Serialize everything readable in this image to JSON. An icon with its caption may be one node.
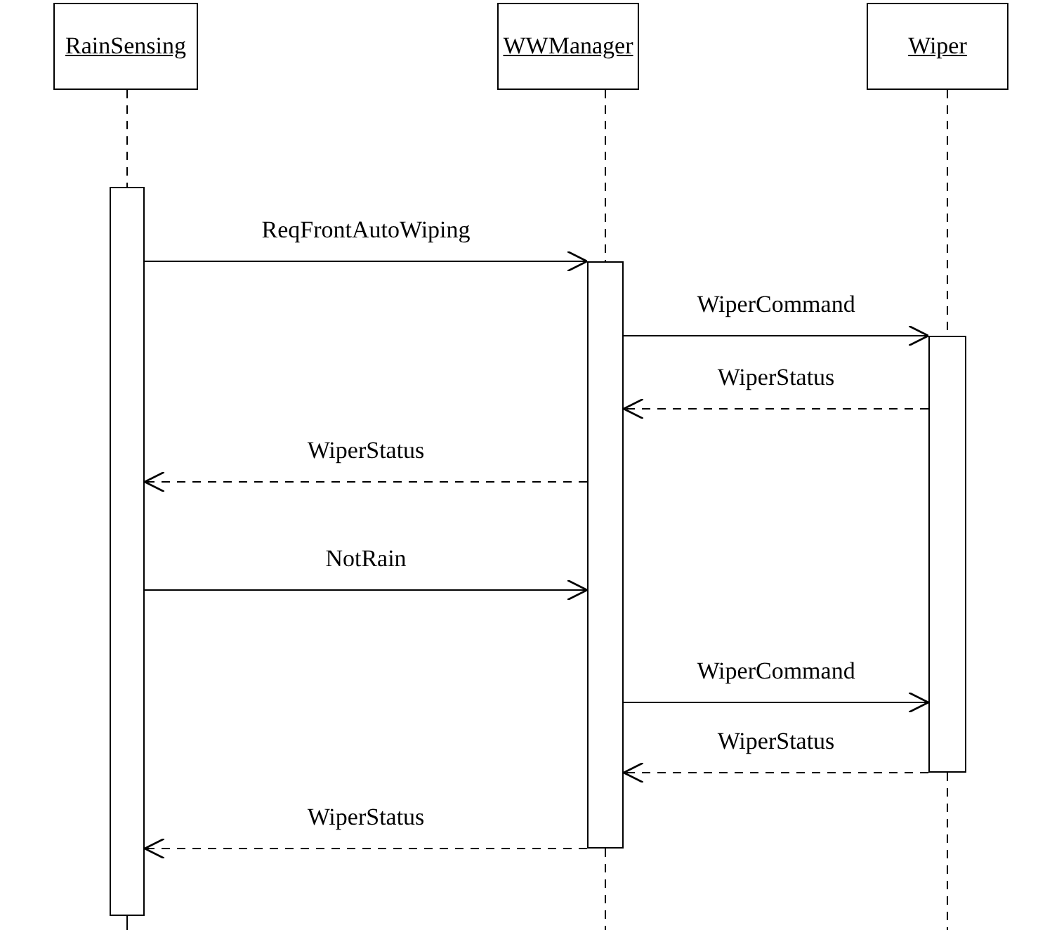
{
  "diagram": {
    "nodes": [
      {
        "text": [
          "RainSensing"
        ]
      },
      {
        "text": [
          "WWManager"
        ]
      },
      {
        "text": [
          "Wiper"
        ]
      },
      {
        "text": [],
        "shape": "bar"
      },
      {
        "text": [],
        "shape": "bar"
      },
      {
        "text": [],
        "shape": "bar"
      }
    ],
    "edges": [
      {
        "from": 0,
        "to": 3,
        "arrow": "none",
        "style": "dashed"
      },
      {
        "from": 1,
        "to": 4,
        "arrow": "none",
        "style": "dashed"
      },
      {
        "from": 2,
        "to": 5,
        "arrow": "none",
        "style": "dashed"
      },
      {
        "from": 3,
        "to": 4,
        "arrow": "to",
        "label": "ReqFrontAutoWiping"
      },
      {
        "from": 4,
        "to": 5,
        "arrow": "to",
        "label": "WiperCommand"
      },
      {
        "from": 5,
        "to": 4,
        "arrow": "to",
        "label": "WiperStatus",
        "style": "dashed"
      },
      {
        "from": 4,
        "to": 3,
        "arrow": "to",
        "label": "WiperStatus",
        "style": "dashed"
      },
      {
        "from": 3,
        "to": 4,
        "arrow": "to",
        "label": "NotRain"
      },
      {
        "from": 4,
        "to": 5,
        "arrow": "to",
        "label": "WiperCommand"
      },
      {
        "from": 5,
        "to": 4,
        "arrow": "to",
        "label": "WiperStatus",
        "style": "dashed"
      },
      {
        "from": 4,
        "to": 3,
        "arrow": "to",
        "label": "WiperStatus",
        "style": "dashed"
      }
    ]
  }
}
